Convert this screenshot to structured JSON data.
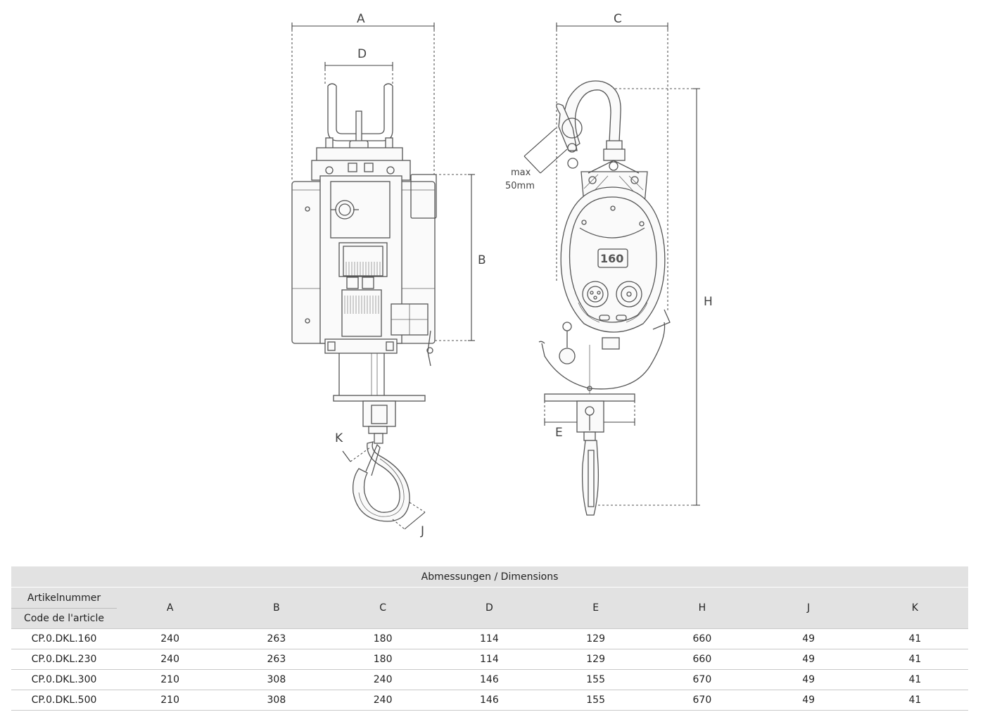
{
  "drawing": {
    "labels": {
      "A": "A",
      "B": "B",
      "C": "C",
      "D": "D",
      "E": "E",
      "H": "H",
      "J": "J",
      "K": "K",
      "max_line1": "max",
      "max_line2": "50mm",
      "badge": "160"
    }
  },
  "table": {
    "caption": "Abmessungen / Dimensions",
    "article_header_de": "Artikelnummer",
    "article_header_fr": "Code de l'article",
    "columns": [
      "A",
      "B",
      "C",
      "D",
      "E",
      "H",
      "J",
      "K"
    ],
    "rows": [
      {
        "code": "CP.0.DKL.160",
        "values": [
          "240",
          "263",
          "180",
          "114",
          "129",
          "660",
          "49",
          "41"
        ]
      },
      {
        "code": "CP.0.DKL.230",
        "values": [
          "240",
          "263",
          "180",
          "114",
          "129",
          "660",
          "49",
          "41"
        ]
      },
      {
        "code": "CP.0.DKL.300",
        "values": [
          "210",
          "308",
          "240",
          "146",
          "155",
          "670",
          "49",
          "41"
        ]
      },
      {
        "code": "CP.0.DKL.500",
        "values": [
          "210",
          "308",
          "240",
          "146",
          "155",
          "670",
          "49",
          "41"
        ]
      }
    ]
  }
}
